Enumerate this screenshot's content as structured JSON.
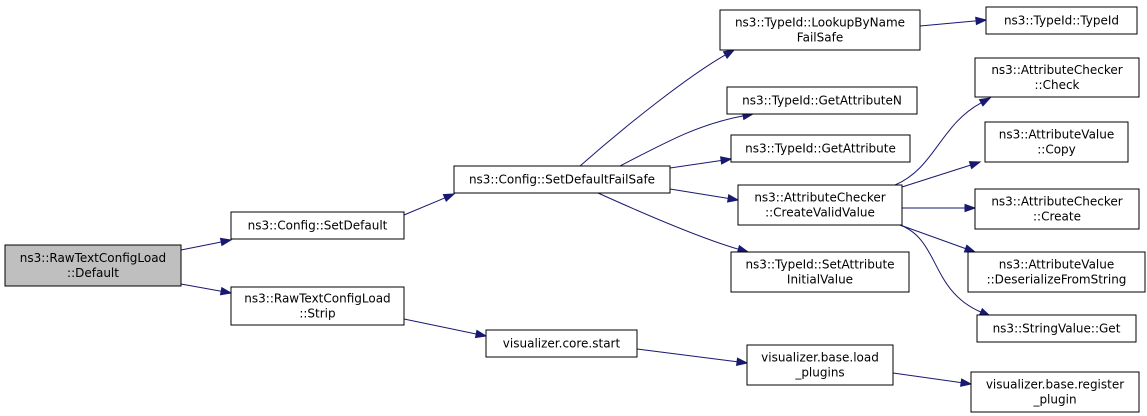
{
  "nodes": {
    "root": [
      "ns3::RawTextConfigLoad",
      "::Default"
    ],
    "set_default": [
      "ns3::Config::SetDefault"
    ],
    "strip": [
      "ns3::RawTextConfigLoad",
      "::Strip"
    ],
    "set_default_failsafe": [
      "ns3::Config::SetDefaultFailSafe"
    ],
    "core_start": [
      "visualizer.core.start"
    ],
    "lookup": [
      "ns3::TypeId::LookupByName",
      "FailSafe"
    ],
    "get_attr_n": [
      "ns3::TypeId::GetAttributeN"
    ],
    "get_attr": [
      "ns3::TypeId::GetAttribute"
    ],
    "create_valid": [
      "ns3::AttributeChecker",
      "::CreateValidValue"
    ],
    "set_attr_init": [
      "ns3::TypeId::SetAttribute",
      "InitialValue"
    ],
    "load_plugins": [
      "visualizer.base.load",
      "_plugins"
    ],
    "typeid": [
      "ns3::TypeId::TypeId"
    ],
    "check": [
      "ns3::AttributeChecker",
      "::Check"
    ],
    "copy": [
      "ns3::AttributeValue",
      "::Copy"
    ],
    "create": [
      "ns3::AttributeChecker",
      "::Create"
    ],
    "deser": [
      "ns3::AttributeValue",
      "::DeserializeFromString"
    ],
    "stringvalue_get": [
      "ns3::StringValue::Get"
    ],
    "register_plugin": [
      "visualizer.base.register",
      "_plugin"
    ]
  },
  "edges": [
    [
      "root",
      "set_default"
    ],
    [
      "root",
      "strip"
    ],
    [
      "set_default",
      "set_default_failsafe"
    ],
    [
      "set_default_failsafe",
      "lookup"
    ],
    [
      "set_default_failsafe",
      "get_attr_n"
    ],
    [
      "set_default_failsafe",
      "get_attr"
    ],
    [
      "set_default_failsafe",
      "create_valid"
    ],
    [
      "set_default_failsafe",
      "set_attr_init"
    ],
    [
      "lookup",
      "typeid"
    ],
    [
      "create_valid",
      "check"
    ],
    [
      "create_valid",
      "copy"
    ],
    [
      "create_valid",
      "create"
    ],
    [
      "create_valid",
      "deser"
    ],
    [
      "create_valid",
      "stringvalue_get"
    ],
    [
      "strip",
      "core_start"
    ],
    [
      "core_start",
      "load_plugins"
    ],
    [
      "load_plugins",
      "register_plugin"
    ]
  ]
}
